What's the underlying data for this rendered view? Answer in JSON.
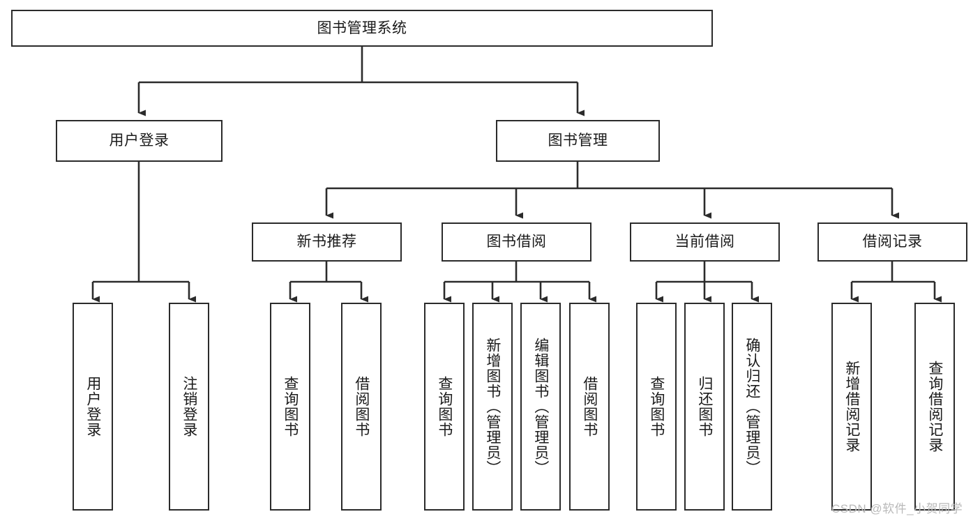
{
  "diagram": {
    "title": "图书管理系统",
    "type": "tree-hierarchy-chart",
    "watermark": "CSDN @软件_小贺同学",
    "colors": {
      "node_border": "#2b2b2b",
      "node_fill": "#ffffff",
      "edge": "#2b2b2b",
      "text": "#1a1a1a",
      "watermark": "#b9b9b9"
    },
    "nodes": {
      "root": {
        "label": "图书管理系统"
      },
      "level1": [
        {
          "id": "user-login",
          "label": "用户登录"
        },
        {
          "id": "book-manage",
          "label": "图书管理"
        }
      ],
      "level2": [
        {
          "id": "new-book-recommend",
          "label": "新书推荐"
        },
        {
          "id": "book-borrow",
          "label": "图书借阅"
        },
        {
          "id": "current-borrow",
          "label": "当前借阅"
        },
        {
          "id": "borrow-record",
          "label": "借阅记录"
        }
      ],
      "leaves": {
        "user-login": [
          {
            "id": "leaf-user-login",
            "label": "用户登录"
          },
          {
            "id": "leaf-logout-login",
            "label": "注销登录"
          }
        ],
        "new-book-recommend": [
          {
            "id": "leaf-query-book-1",
            "label": "查询图书"
          },
          {
            "id": "leaf-borrow-book-1",
            "label": "借阅图书"
          }
        ],
        "book-borrow": [
          {
            "id": "leaf-query-book-2",
            "label": "查询图书"
          },
          {
            "id": "leaf-add-book-admin",
            "label": "新增图书（管理员）"
          },
          {
            "id": "leaf-edit-book-admin",
            "label": "编辑图书（管理员）"
          },
          {
            "id": "leaf-borrow-book-2",
            "label": "借阅图书"
          }
        ],
        "current-borrow": [
          {
            "id": "leaf-query-book-3",
            "label": "查询图书"
          },
          {
            "id": "leaf-return-book",
            "label": "归还图书"
          },
          {
            "id": "leaf-confirm-return-admin",
            "label": "确认归还（管理员）"
          }
        ],
        "borrow-record": [
          {
            "id": "leaf-add-borrow-record",
            "label": "新增借阅记录"
          },
          {
            "id": "leaf-query-borrow-record",
            "label": "查询借阅记录"
          }
        ]
      }
    }
  }
}
